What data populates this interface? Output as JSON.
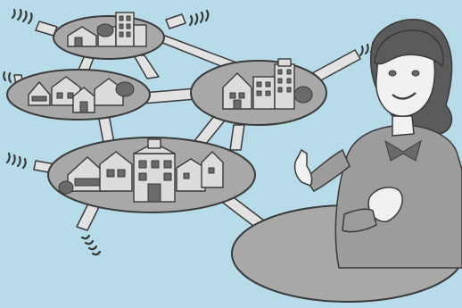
{
  "scene": {
    "background_color": "#b8dbea",
    "line_color": "#3a3a3a",
    "island_fill": "#a8a8a8",
    "road_fill": "#e2e2e2",
    "building_fill": "#dcdcdc",
    "dark_fill": "#6a6a6a",
    "person_sweater": "#9c9c9c",
    "person_hair": "#5b5b5b",
    "skin": "#f1f1f1",
    "icons": [
      "town-island",
      "signal-waves",
      "woman-presenter"
    ]
  }
}
